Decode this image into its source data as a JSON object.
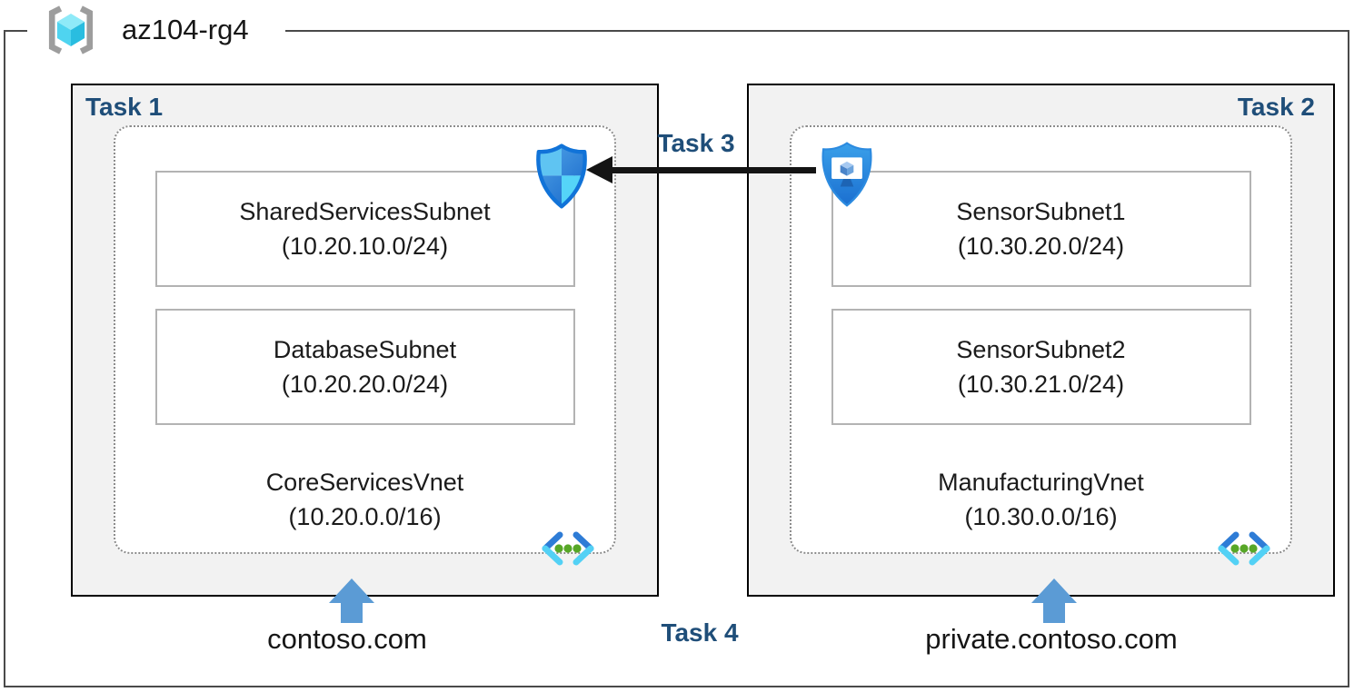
{
  "resource_group": {
    "name": "az104-rg4"
  },
  "labels": {
    "task1": "Task 1",
    "task2": "Task 2",
    "task3": "Task 3",
    "task4": "Task 4"
  },
  "left_vnet": {
    "name": "CoreServicesVnet",
    "cidr": "(10.20.0.0/16)",
    "subnets": [
      {
        "name": "SharedServicesSubnet",
        "cidr": "(10.20.10.0/24)"
      },
      {
        "name": "DatabaseSubnet",
        "cidr": "(10.20.20.0/24)"
      }
    ],
    "dns_zone": "contoso.com"
  },
  "right_vnet": {
    "name": "ManufacturingVnet",
    "cidr": "(10.30.0.0/16)",
    "subnets": [
      {
        "name": "SensorSubnet1",
        "cidr": "(10.30.20.0/24)"
      },
      {
        "name": "SensorSubnet2",
        "cidr": "(10.30.21.0/24)"
      }
    ],
    "dns_zone": "private.contoso.com"
  },
  "icons": [
    "resource-group-icon",
    "virtual-network-icon",
    "network-security-group-shield-icon",
    "bastion-host-icon",
    "peering-arrow-left",
    "dns-up-arrow"
  ],
  "colors": {
    "task_label": "#1f4e79",
    "task_box_fill": "#f2f2f2",
    "task_box_border": "#000000",
    "subnet_box_border": "#b3b3b3",
    "dotted_vnet_border": "#8c8c8c",
    "frame_border": "#4a4a4a",
    "blue_arrow": "#5b9bd5",
    "black_arrow": "#141414",
    "vnet_icon_dark_blue": "#2e7cd6",
    "vnet_icon_cyan": "#53d1f5",
    "vnet_icon_green": "#57a727",
    "shield_stroke": "#1173d8"
  }
}
